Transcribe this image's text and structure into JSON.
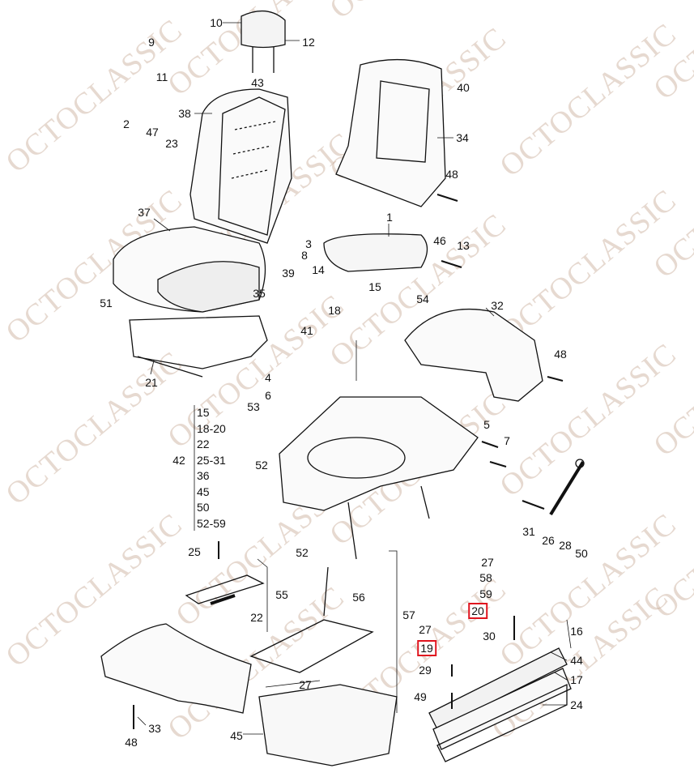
{
  "watermark": "OCTOCLASSIC",
  "highlight_color": "#e0141e",
  "labels": [
    "10",
    "12",
    "9",
    "11",
    "43",
    "38",
    "40",
    "34",
    "2",
    "47",
    "23",
    "48",
    "37",
    "1",
    "3",
    "8",
    "46",
    "13",
    "39",
    "14",
    "35",
    "15",
    "54",
    "51",
    "18",
    "32",
    "41",
    "48",
    "21",
    "4",
    "6",
    "53",
    "5",
    "7",
    "42",
    "52",
    "31",
    "26",
    "28",
    "50",
    "25",
    "52",
    "27",
    "58",
    "59",
    "55",
    "20",
    "56",
    "57",
    "22",
    "16",
    "27",
    "30",
    "19",
    "44",
    "29",
    "17",
    "27",
    "49",
    "24",
    "33",
    "48",
    "45"
  ],
  "group_42": [
    "15",
    "18-20",
    "22",
    "25-31",
    "36",
    "45",
    "50",
    "52-59"
  ],
  "highlighted": [
    "20",
    "19"
  ]
}
